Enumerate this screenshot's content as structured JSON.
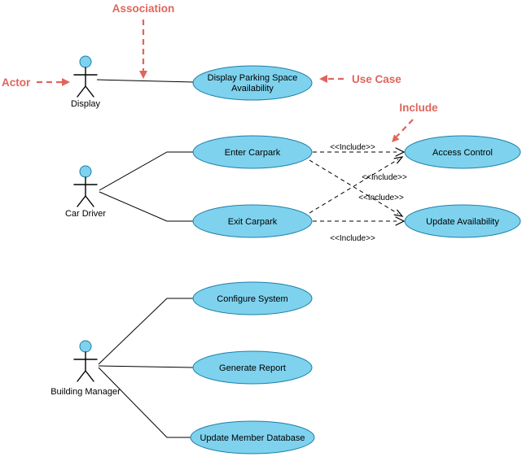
{
  "diagram": {
    "type": "uml-use-case-diagram",
    "annotations": {
      "association": "Association",
      "actor": "Actor",
      "use_case": "Use Case",
      "include": "Include"
    },
    "actors": {
      "display": "Display",
      "car_driver": "Car Driver",
      "building_manager": "Building Manager"
    },
    "use_cases": {
      "display_availability": {
        "line1": "Display Parking Space",
        "line2": "Availability"
      },
      "enter_carpark": "Enter Carpark",
      "exit_carpark": "Exit Carpark",
      "access_control": "Access Control",
      "update_availability": "Update Availability",
      "configure_system": "Configure System",
      "generate_report": "Generate Report",
      "update_member_database": "Update Member Database"
    },
    "stereotypes": {
      "include": "<<Include>>"
    },
    "colors": {
      "usecase_fill": "#7ED2EE",
      "usecase_stroke": "#1D7FA8",
      "annotation": "#E0655B",
      "line": "#000000",
      "background": "#FFFFFF"
    }
  }
}
